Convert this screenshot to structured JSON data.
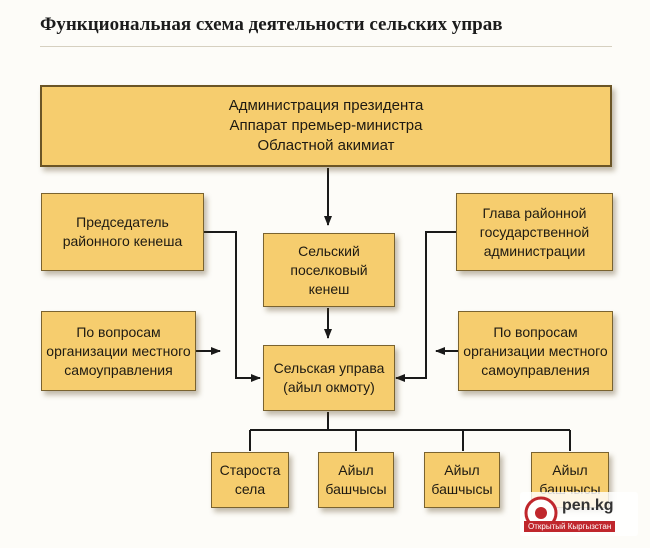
{
  "title": "Функциональная схема деятельности сельских управ",
  "colors": {
    "box_fill": "#f6cd6e",
    "box_border": "#7a6330",
    "line": "#1a1a1a",
    "logo_accent": "#c0272d"
  },
  "nodes": {
    "top": [
      "Администрация президента",
      "Аппарат премьер-министра",
      "Областной акимиат"
    ],
    "kenesh_chair": [
      "Председатель",
      "районного кенеша"
    ],
    "district_head": [
      "Глава районной",
      "государственной",
      "администрации"
    ],
    "village_kenesh": [
      "Сельский",
      "поселковый",
      "кенеш"
    ],
    "self_gov_left": [
      "По вопросам",
      "организации местного",
      "самоуправления"
    ],
    "self_gov_right": [
      "По вопросам",
      "организации местного",
      "самоуправления"
    ],
    "uprava": [
      "Сельская управа",
      "(айыл окмоту)"
    ],
    "starosta": [
      "Староста",
      "села"
    ],
    "bashchy_1": [
      "Айыл",
      "башчысы"
    ],
    "bashchy_2": [
      "Айыл",
      "башчысы"
    ],
    "bashchy_3": [
      "Айыл",
      "башчысы"
    ]
  },
  "logo": {
    "icon": "pen-kg-logo-icon",
    "text": "pen.kg",
    "subtitle": "Открытый Кыргызстан"
  }
}
